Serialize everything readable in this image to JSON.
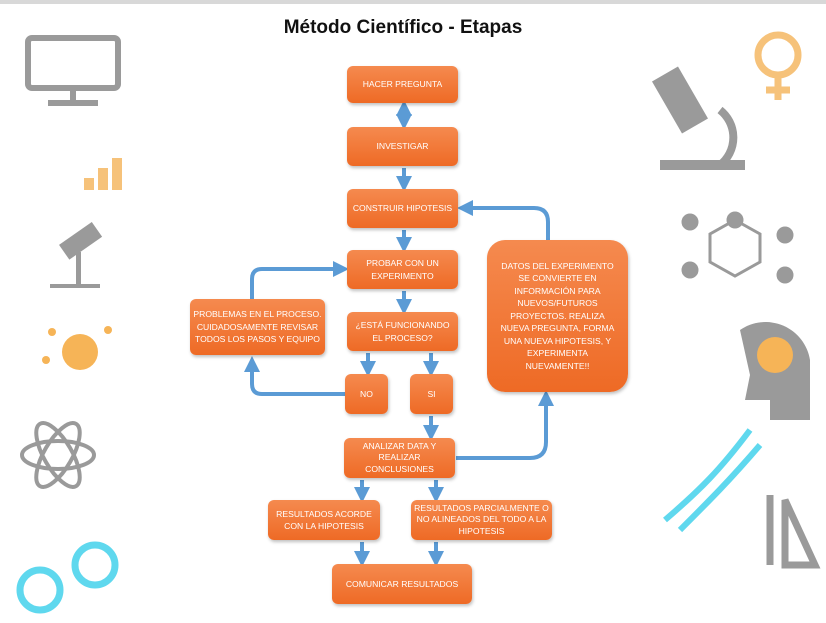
{
  "title": "Método Científico - Etapas",
  "colors": {
    "box": "#ee6a25",
    "arrow": "#5b9bd5"
  },
  "boxes": {
    "hacer_pregunta": "HACER PREGUNTA",
    "investigar": "INVESTIGAR",
    "construir_hipotesis": "CONSTRUIR HIPOTESIS",
    "probar": "PROBAR CON UN EXPERIMENTO",
    "problemas": "PROBLEMAS EN EL PROCESO. CUIDADOSAMENTE REVISAR TODOS LOS PASOS Y  EQUIPO",
    "funcionando": "¿ESTÁ FUNCIONANDO EL PROCESO?",
    "no": "NO",
    "si": "SI",
    "datos": "DATOS DEL EXPERIMENTO SE CONVIERTE EN INFORMACIÓN PARA NUEVOS/FUTUROS PROYECTOS. REALIZA NUEVA PREGUNTA, FORMA UNA NUEVA HIPOTESIS, Y EXPERIMENTA NUEVAMENTE!!",
    "analizar": "ANALIZAR DATA Y REALIZAR CONCLUSIONES",
    "acorde": "RESULTADOS ACORDE CON LA HIPOTESIS",
    "parcial": "RESULTADOS PARCIALMENTE O NO ALINEADOS DEL TODO A LA HIPOTESIS",
    "comunicar": "COMUNICAR RESULTADOS"
  }
}
